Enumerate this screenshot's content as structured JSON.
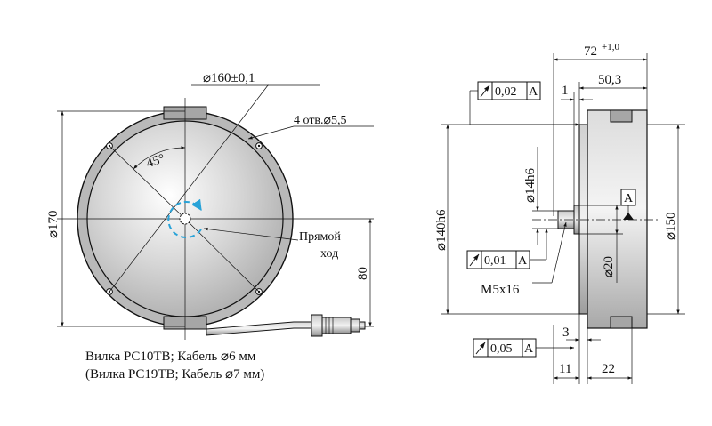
{
  "front_view": {
    "dia_160": "⌀160±0,1",
    "holes": "4 отв.⌀5,5",
    "angle": "45°",
    "dia_170": "⌀170",
    "dim_80": "80",
    "direct_stroke_line1": "Прямой",
    "direct_stroke_line2": "ход",
    "caption_line1": "Вилка PC10TB; Кабель ⌀6 мм",
    "caption_line2": "(Вилка PC19TB; Кабель ⌀7 мм)"
  },
  "side_view": {
    "overall_length": "72",
    "overall_tol": "+1,0",
    "body_length": "50,3",
    "dim_1": "1",
    "runout_top": "0,02",
    "datum_top": "A",
    "dia_14h6": "⌀14h6",
    "dia_140h6": "⌀140h6",
    "datum_mark": "A",
    "dia_150": "⌀150",
    "runout_mid": "0,01",
    "dia_20": "⌀20",
    "thread": "M5x16",
    "dim_3": "3",
    "runout_bottom": "0,05",
    "datum_bottom": "A",
    "dim_11": "11",
    "dim_22": "22"
  },
  "colors": {
    "ink": "#111111",
    "ring": "#b8b8b8",
    "disk_center": "#ffffff",
    "disk_edge": "#b0b0b0",
    "body_light": "#f0f0f0",
    "body_dark": "#a8a8a8",
    "arrow_blue": "#29a3d8"
  }
}
